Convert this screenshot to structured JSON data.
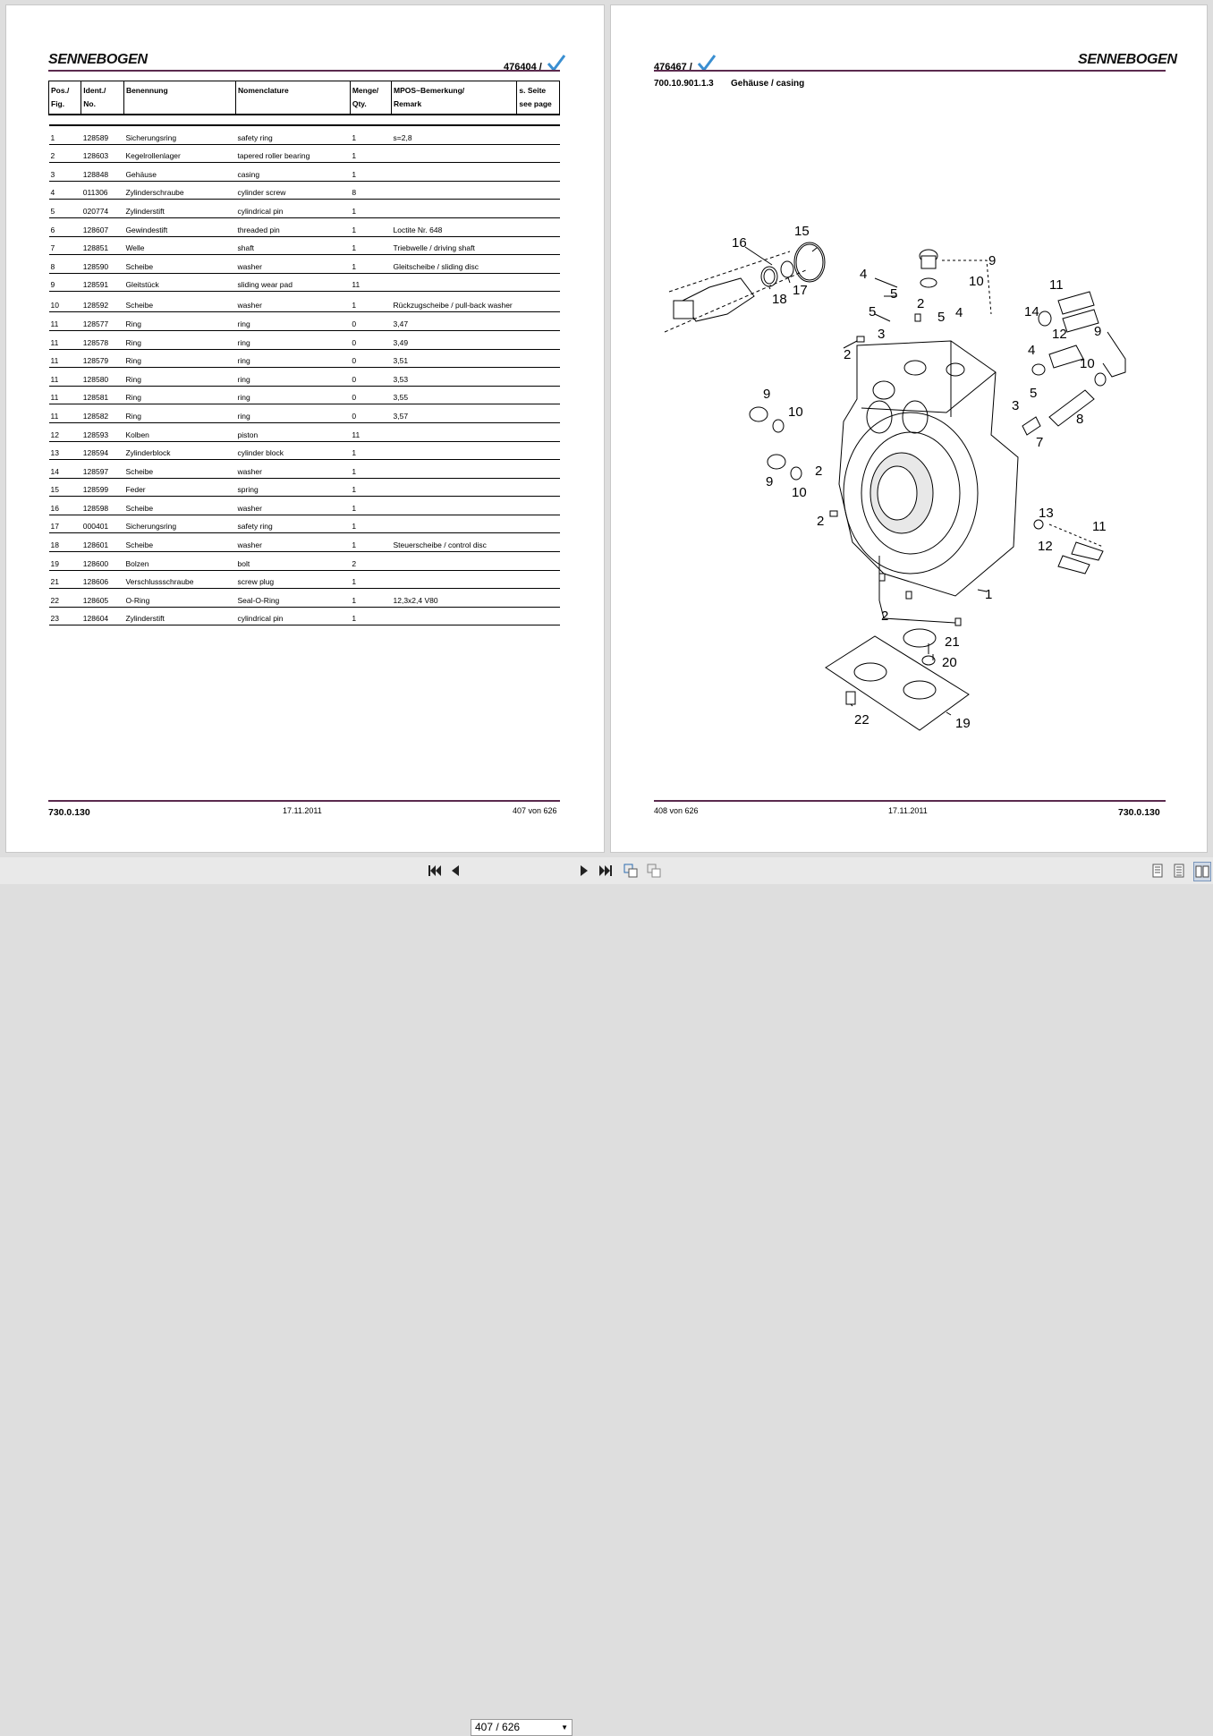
{
  "left_page": {
    "logo": "SENNEBOGEN",
    "doc_number": "476404 /",
    "columns": [
      "Pos./\nFig.",
      "Ident./\nNo.",
      "Benennung",
      "Nomenclature",
      "Menge/\nQty.",
      "MPOS~Bemerkung/\nRemark",
      "s. Seite\nsee page"
    ],
    "rows": [
      [
        "1",
        "128589",
        "Sicherungsring",
        "safety ring",
        "1",
        "s=2,8",
        ""
      ],
      [
        "2",
        "128603",
        "Kegelrollenlager",
        "tapered roller bearing",
        "1",
        "",
        ""
      ],
      [
        "3",
        "128848",
        "Gehäuse",
        "casing",
        "1",
        "",
        ""
      ],
      [
        "4",
        "011306",
        "Zylinderschraube",
        "cylinder screw",
        "8",
        "",
        ""
      ],
      [
        "5",
        "020774",
        "Zylinderstift",
        "cylindrical pin",
        "1",
        "",
        ""
      ],
      [
        "6",
        "128607",
        "Gewindestift",
        "threaded pin",
        "1",
        "Loctite Nr. 648",
        ""
      ],
      [
        "7",
        "128851",
        "Welle",
        "shaft",
        "1",
        "Triebwelle / driving shaft",
        ""
      ],
      [
        "8",
        "128590",
        "Scheibe",
        "washer",
        "1",
        "Gleitscheibe / sliding disc",
        ""
      ],
      [
        "9",
        "128591",
        "Gleitstück",
        "sliding wear pad",
        "11",
        "",
        ""
      ],
      [
        "10",
        "128592",
        "Scheibe",
        "washer",
        "1",
        "Rückzugscheibe / pull-back washer",
        ""
      ],
      [
        "11",
        "128577",
        "Ring",
        "ring",
        "0",
        "3,47",
        ""
      ],
      [
        "11",
        "128578",
        "Ring",
        "ring",
        "0",
        "3,49",
        ""
      ],
      [
        "11",
        "128579",
        "Ring",
        "ring",
        "0",
        "3,51",
        ""
      ],
      [
        "11",
        "128580",
        "Ring",
        "ring",
        "0",
        "3,53",
        ""
      ],
      [
        "11",
        "128581",
        "Ring",
        "ring",
        "0",
        "3,55",
        ""
      ],
      [
        "11",
        "128582",
        "Ring",
        "ring",
        "0",
        "3,57",
        ""
      ],
      [
        "12",
        "128593",
        "Kolben",
        "piston",
        "11",
        "",
        ""
      ],
      [
        "13",
        "128594",
        "Zylinderblock",
        "cylinder block",
        "1",
        "",
        ""
      ],
      [
        "14",
        "128597",
        "Scheibe",
        "washer",
        "1",
        "",
        ""
      ],
      [
        "15",
        "128599",
        "Feder",
        "spring",
        "1",
        "",
        ""
      ],
      [
        "16",
        "128598",
        "Scheibe",
        "washer",
        "1",
        "",
        ""
      ],
      [
        "17",
        "000401",
        "Sicherungsring",
        "safety ring",
        "1",
        "",
        ""
      ],
      [
        "18",
        "128601",
        "Scheibe",
        "washer",
        "1",
        "Steuerscheibe / control disc",
        ""
      ],
      [
        "19",
        "128600",
        "Bolzen",
        "bolt",
        "2",
        "",
        ""
      ],
      [
        "21",
        "128606",
        "Verschlussschraube",
        "screw plug",
        "1",
        "",
        ""
      ],
      [
        "22",
        "128605",
        "O-Ring",
        "Seal-O-Ring",
        "1",
        "12,3x2,4 V80",
        ""
      ],
      [
        "23",
        "128604",
        "Zylinderstift",
        "cylindrical pin",
        "1",
        "",
        ""
      ]
    ],
    "footer_left": "730.0.130",
    "footer_date": "17.11.2011",
    "footer_page": "407 von 626"
  },
  "right_page": {
    "logo": "SENNEBOGEN",
    "doc_number": "476467 /",
    "section_number": "700.10.901.1.3",
    "section_title": "Gehäuse / casing",
    "callouts": [
      "16",
      "15",
      "18",
      "17",
      "9",
      "10",
      "4",
      "5",
      "2",
      "4",
      "5",
      "5",
      "3",
      "11",
      "14",
      "12",
      "9",
      "10",
      "2",
      "4",
      "5",
      "3",
      "8",
      "7",
      "9",
      "10",
      "2",
      "9",
      "10",
      "2",
      "13",
      "11",
      "12",
      "1",
      "2",
      "21",
      "20",
      "22",
      "19"
    ],
    "footer_page": "408 von 626",
    "footer_date": "17.11.2011",
    "footer_right": "730.0.130"
  },
  "toolbar": {
    "page_indicator": "407 / 626",
    "icons": [
      "first-page-icon",
      "prev-page-icon",
      "next-page-icon",
      "last-page-icon",
      "rotate-back-icon",
      "rotate-forward-icon",
      "single-page-view-icon",
      "continuous-view-icon",
      "two-page-view-icon"
    ]
  },
  "colors": {
    "rule": "#5b2a4e",
    "check": "#3a8fd1",
    "background": "#dedede"
  }
}
